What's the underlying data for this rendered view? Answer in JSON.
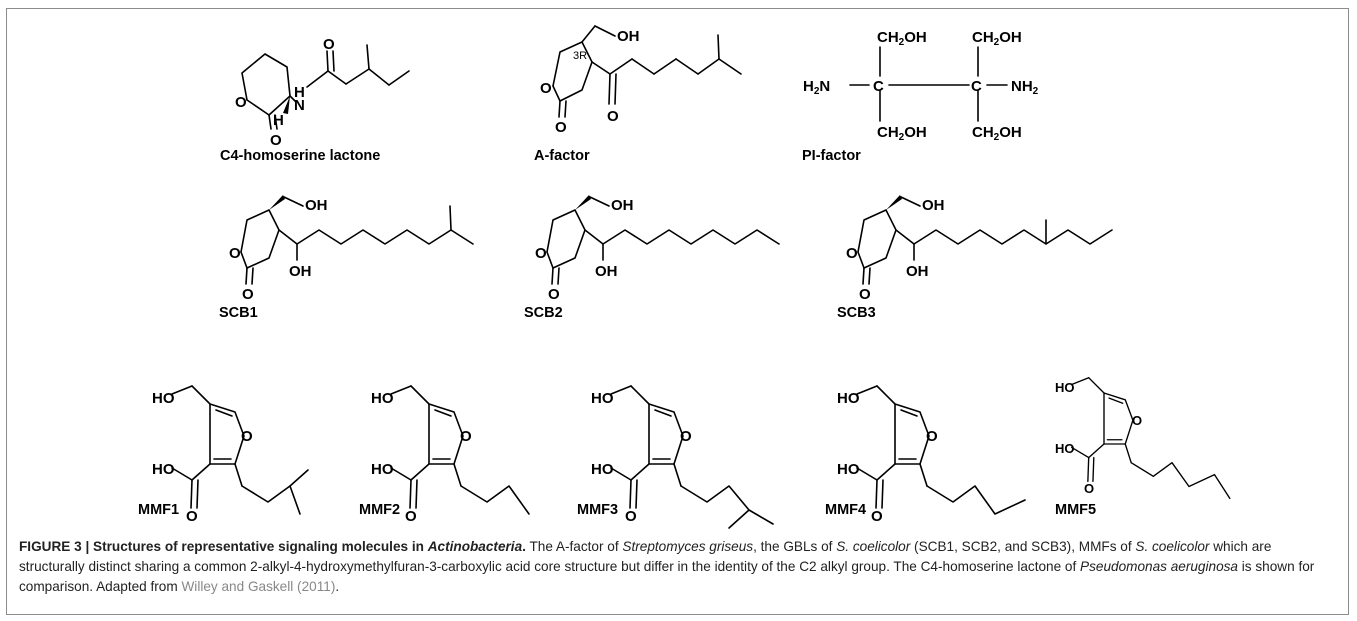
{
  "figure": {
    "labels": {
      "oh": "OH",
      "o": "O",
      "h": "H",
      "n_h": "N",
      "ho": "HO",
      "ch2oh": "CH",
      "sub2": "2",
      "c": "C",
      "h2n": "H",
      "nh2": "NH",
      "stereo_3r": "3R"
    },
    "molecules": [
      {
        "name": "C4-homoserine  lactone"
      },
      {
        "name": "A-factor"
      },
      {
        "name": "PI-factor"
      },
      {
        "name": "SCB1"
      },
      {
        "name": "SCB2"
      },
      {
        "name": "SCB3"
      },
      {
        "name": "MMF1"
      },
      {
        "name": "MMF2"
      },
      {
        "name": "MMF3"
      },
      {
        "name": "MMF4"
      },
      {
        "name": "MMF5"
      }
    ]
  },
  "caption": {
    "title_prefix": "FIGURE 3 | Structures of representative signaling molecules in ",
    "title_italic": "Actinobacteria",
    "title_suffix": ".",
    "p1": " The A-factor of ",
    "i1": "Streptomyces griseus",
    "p2": ", the GBLs of ",
    "i2": "S. coelicolor",
    "p3": " (SCB1, SCB2, and SCB3), MMFs of ",
    "i3": "S. coelicolor",
    "p4": " which are structurally distinct sharing a common 2-alkyl-4-hydroxymethylfuran-3-carboxylic acid core structure but differ in the identity of the C2 alkyl group. The C4-homoserine lactone of ",
    "i4": "Pseudomonas aeruginosa",
    "p5": " is shown for comparison. Adapted from ",
    "citation": "Willey and Gaskell (2011)",
    "p6": "."
  }
}
